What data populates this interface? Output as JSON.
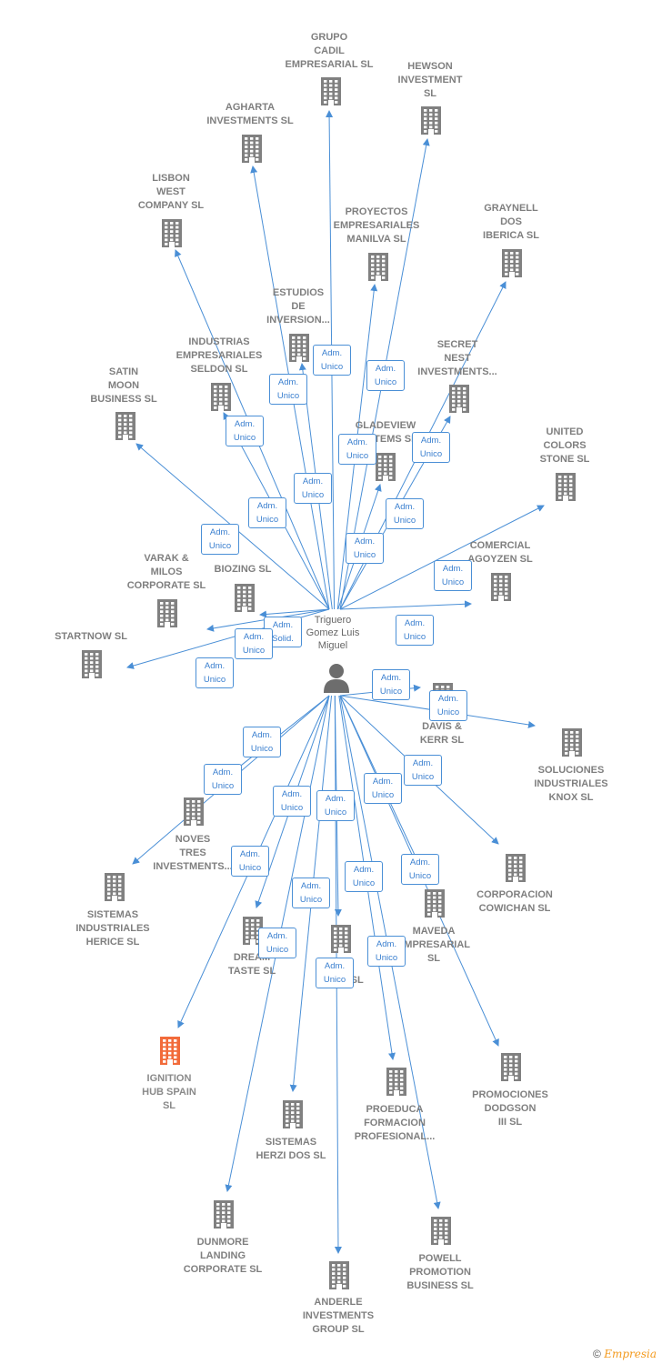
{
  "center": {
    "label": "Triguero\nGomez Luis\nMiguel",
    "icon": "person-icon"
  },
  "colors": {
    "edge": "#4a8fd6",
    "building": "#808080",
    "highlight": "#f26b3a"
  },
  "nodes": [
    {
      "id": "grupo-cadil",
      "label": "GRUPO\nCADIL\nEMPRESARIAL SL"
    },
    {
      "id": "hewson",
      "label": "HEWSON\nINVESTMENT\nSL"
    },
    {
      "id": "agharta",
      "label": "AGHARTA\nINVESTMENTS SL"
    },
    {
      "id": "lisbon",
      "label": "LISBON\nWEST\nCOMPANY  SL"
    },
    {
      "id": "proyectos",
      "label": "PROYECTOS\nEMPRESARIALES\nMANILVA SL"
    },
    {
      "id": "graynell",
      "label": "GRAYNELL\nDOS\nIBERICA  SL"
    },
    {
      "id": "estudios",
      "label": "ESTUDIOS\nDE\nINVERSION..."
    },
    {
      "id": "industrias",
      "label": "INDUSTRIAS\nEMPRESARIALES\nSELDON SL"
    },
    {
      "id": "secret",
      "label": "SECRET\nNEST\nINVESTMENTS..."
    },
    {
      "id": "satin",
      "label": "SATIN\nMOON\nBUSINESS SL"
    },
    {
      "id": "gladeview",
      "label": "GLADEVIEW\nSYSTEMS  SL"
    },
    {
      "id": "united",
      "label": "UNITED\nCOLORS\nSTONE SL"
    },
    {
      "id": "varak",
      "label": "VARAK &\nMILOS\nCORPORATE SL"
    },
    {
      "id": "biozing",
      "label": "BIOZING SL"
    },
    {
      "id": "comercial",
      "label": "COMERCIAL\nAGOYZEN SL"
    },
    {
      "id": "startnow",
      "label": "STARTNOW SL"
    },
    {
      "id": "davis",
      "label": "DAVIS &\nKERR SL"
    },
    {
      "id": "soluciones",
      "label": "SOLUCIONES\nINDUSTRIALES\nKNOX SL"
    },
    {
      "id": "noves",
      "label": "NOVES\nTRES\nINVESTMENTS..."
    },
    {
      "id": "corporacion",
      "label": "CORPORACION\nCOWICHAN SL"
    },
    {
      "id": "sistemas-herice",
      "label": "SISTEMAS\nINDUSTRIALES\nHERICE  SL"
    },
    {
      "id": "maveda",
      "label": "MAVEDA\nEMPRESARIAL\nSL"
    },
    {
      "id": "dream",
      "label": "DREAM\nTASTE SL"
    },
    {
      "id": "ajc",
      "label": "AJC\nCEDIC SL"
    },
    {
      "id": "ignition",
      "label": "IGNITION\nHUB SPAIN\nSL"
    },
    {
      "id": "promociones",
      "label": "PROMOCIONES\nDODGSON\nIII SL"
    },
    {
      "id": "proeduca",
      "label": "PROEDUCA\nFORMACION\nPROFESIONAL..."
    },
    {
      "id": "sistemas-herzi",
      "label": "SISTEMAS\nHERZI DOS SL"
    },
    {
      "id": "dunmore",
      "label": "DUNMORE\nLANDING\nCORPORATE SL"
    },
    {
      "id": "powell",
      "label": "POWELL\nPROMOTION\nBUSINESS  SL"
    },
    {
      "id": "anderle",
      "label": "ANDERLE\nINVESTMENTS\nGROUP SL"
    }
  ],
  "roles": {
    "adm_unico": "Adm.\nUnico",
    "adm_solid": "Adm.\nSolid."
  },
  "footer": {
    "copyright": "©",
    "brand": "Empresia"
  }
}
